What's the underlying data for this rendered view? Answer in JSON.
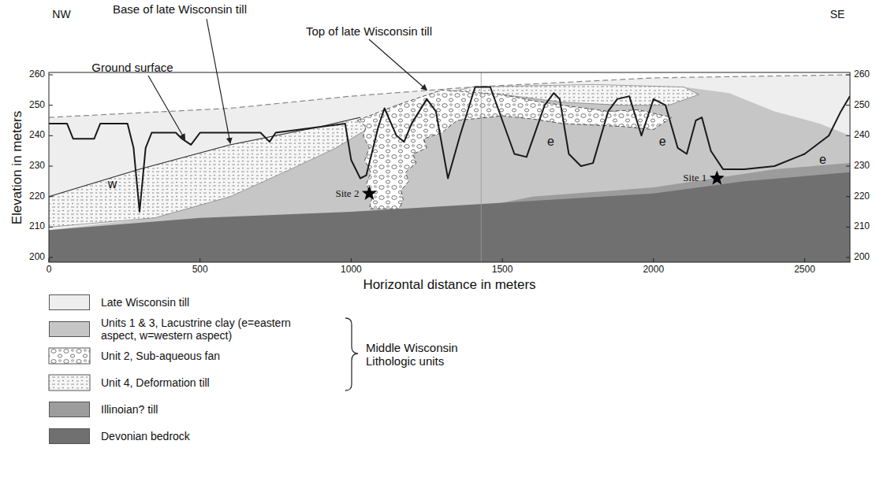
{
  "diagram": {
    "labels": [
      "NW",
      "SE",
      "Base of late Wisconsin till",
      "Top of late Wisconsin till",
      "Ground surface",
      "260",
      "250",
      "240",
      "230",
      "220",
      "210",
      "200",
      "260",
      "250",
      "240",
      "230",
      "220",
      "210",
      "200",
      "0",
      "500",
      "1000",
      "1500",
      "2000",
      "2500",
      "Elevation in meters",
      "Horizontal distance in meters",
      "w",
      "e",
      "e",
      "e",
      "Site 2",
      "Site 1",
      "Middle Wisconsin Lithologic units"
    ],
    "legend": [
      {
        "text": "Late Wisconsin till",
        "color": "#eeeeee"
      },
      {
        "text": "Units 1 & 3, Lacustrine clay (e=eastern aspect, w=western aspect)",
        "color": "#c6c6c6"
      },
      {
        "text": "Unit 2, Sub-aqueous fan"
      },
      {
        "text": "Unit 4, Deformation till"
      },
      {
        "text": "Illinoian? till",
        "color": "#9c9c9c"
      },
      {
        "text": "Devonian bedrock",
        "color": "#707070"
      }
    ]
  }
}
